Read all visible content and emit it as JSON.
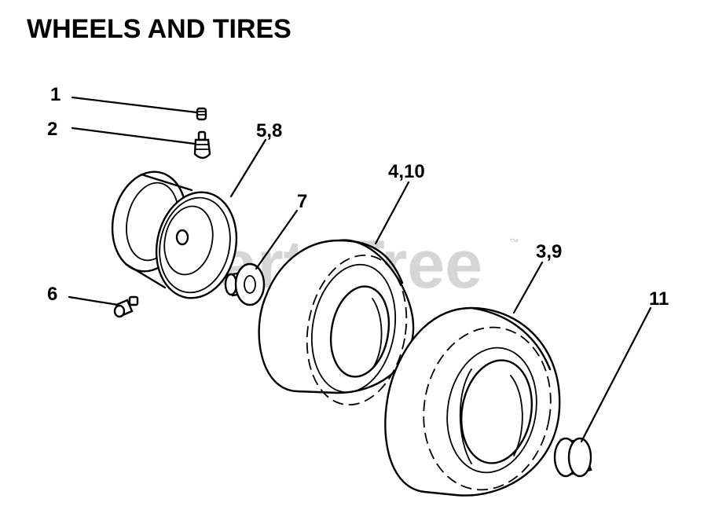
{
  "title": "WHEELS AND TIRES",
  "watermark": {
    "text": "PartsTree",
    "trademark": "™"
  },
  "callouts": [
    {
      "id": "1",
      "label": "1",
      "part": "valve-cap"
    },
    {
      "id": "2",
      "label": "2",
      "part": "valve-stem"
    },
    {
      "id": "5_8",
      "label": "5,8",
      "part": "wheel-rim"
    },
    {
      "id": "7",
      "label": "7",
      "part": "bushing-washer"
    },
    {
      "id": "4_10",
      "label": "4,10",
      "part": "front-tire"
    },
    {
      "id": "3_9",
      "label": "3,9",
      "part": "rear-tire"
    },
    {
      "id": "6",
      "label": "6",
      "part": "grease-fitting"
    },
    {
      "id": "11",
      "label": "11",
      "part": "hub-cap"
    }
  ],
  "colors": {
    "line": "#000000",
    "background": "#ffffff",
    "watermark": "#d6d6d6"
  }
}
